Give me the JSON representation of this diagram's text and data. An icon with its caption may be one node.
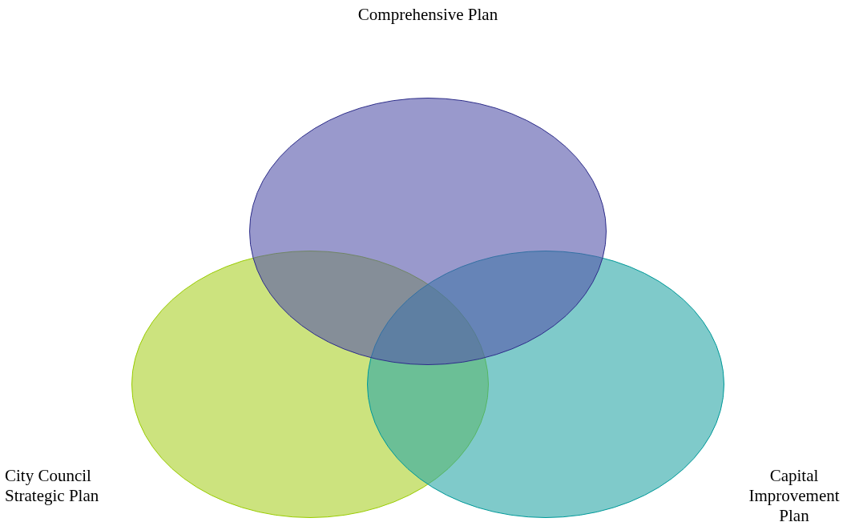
{
  "diagram": {
    "nodes": [
      {
        "text": [
          "Comprehensive Plan"
        ]
      },
      {
        "text": [
          "City Council Strategic Plan"
        ]
      },
      {
        "text": [
          "Capital Improvement Plan"
        ]
      }
    ],
    "edges": []
  }
}
